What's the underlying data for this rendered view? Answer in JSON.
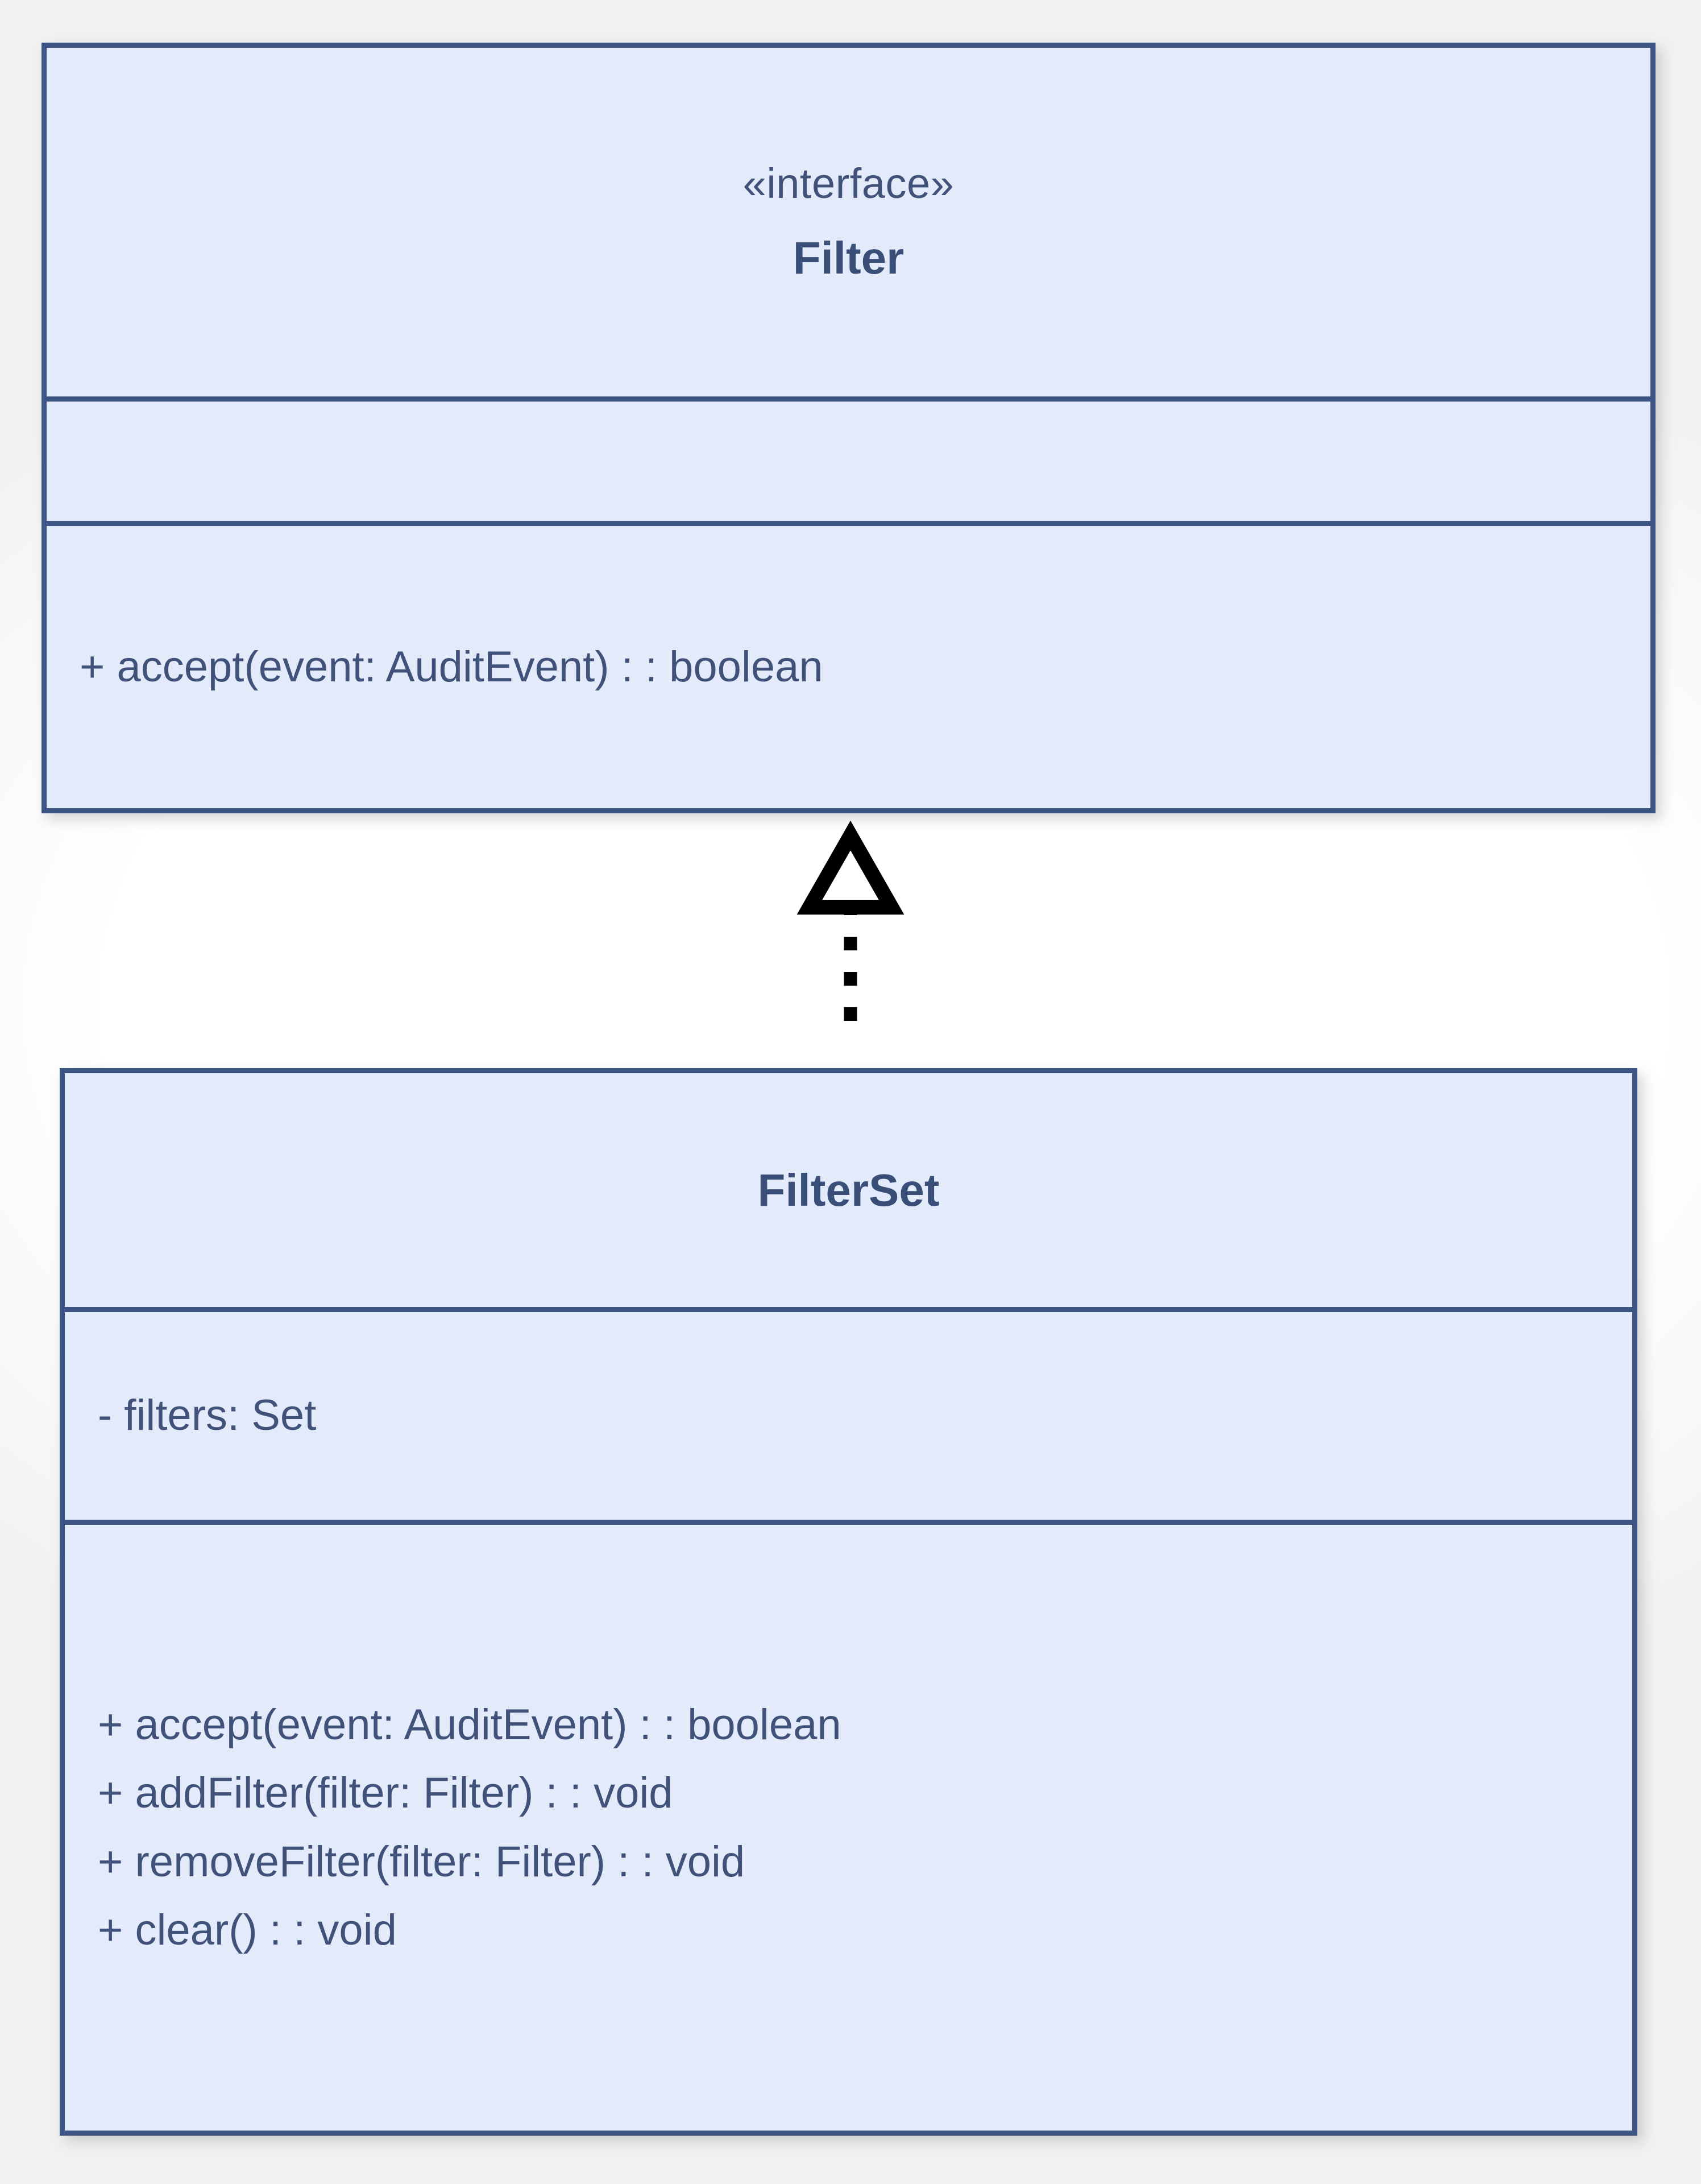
{
  "diagram": {
    "type": "uml-class-diagram",
    "background_color": "#ffffff",
    "box_fill_color": "#e3eaf9",
    "box_border_color": "#3d5383",
    "text_color": "#41527a",
    "title_text_color": "#394f78",
    "connector_color": "#000000"
  },
  "classes": {
    "filter": {
      "stereotype": "«interface»",
      "name": "Filter",
      "attributes": [],
      "methods": [
        "+ accept(event: AuditEvent) : : boolean"
      ]
    },
    "filter_set": {
      "stereotype": "",
      "name": "FilterSet",
      "attributes": [
        "- filters: Set"
      ],
      "methods": [
        "+ accept(event: AuditEvent) : : boolean",
        "+ addFilter(filter: Filter) : : void",
        "+ removeFilter(filter: Filter) : : void",
        "+ clear() : : void"
      ]
    }
  },
  "relationships": [
    {
      "kind": "realization",
      "line_style": "dotted",
      "arrow_head": "hollow-triangle",
      "source": "FilterSet",
      "target": "Filter"
    }
  ]
}
